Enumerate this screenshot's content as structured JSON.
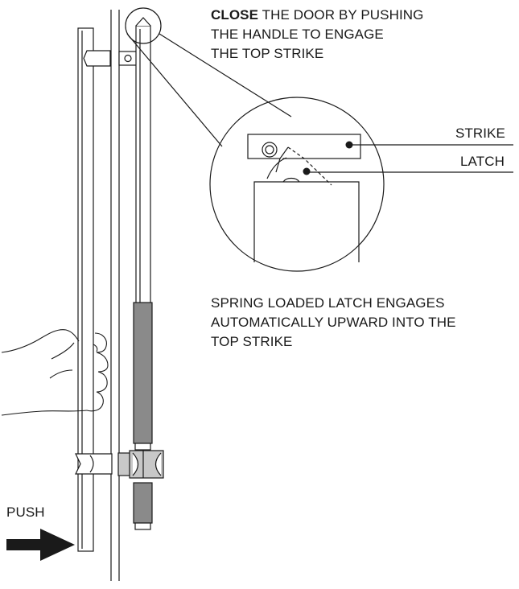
{
  "instruction": {
    "close_bold": "CLOSE",
    "close_rest": "THE DOOR BY PUSHING",
    "line2": "THE HANDLE TO ENGAGE",
    "line3": "THE TOP STRIKE"
  },
  "callouts": {
    "strike": "STRIKE",
    "latch": "LATCH"
  },
  "note": {
    "line1": "SPRING LOADED LATCH ENGAGES",
    "line2": "AUTOMATICALLY UPWARD INTO THE",
    "line3": "TOP STRIKE"
  },
  "push_label": "PUSH",
  "colors": {
    "ink": "#1a1a1a",
    "grip": "#8a8a8a",
    "fitting": "#c8c8c8",
    "arrow": "#1a1a1a"
  }
}
